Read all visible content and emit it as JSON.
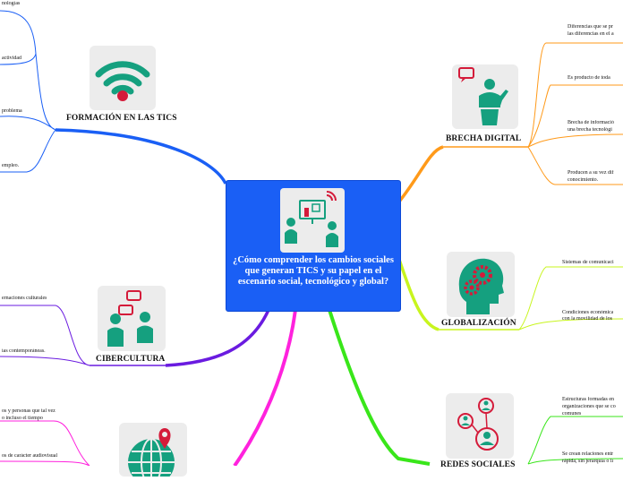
{
  "central": {
    "title": "¿Cómo comprender los cambios sociales que generan TICS y su papel en el escenario social, tecnológico y global?",
    "icon": "presentation-people-icon"
  },
  "branches": {
    "formacion": {
      "label": "FORMACIÓN EN LAS TICS",
      "icon": "wifi-icon",
      "color": "#1a5ff5",
      "leaves": [
        "nologías",
        "actividad",
        "problema",
        "empleo."
      ]
    },
    "cibercultura": {
      "label": "CIBERCULTURA",
      "icon": "chat-people-icon",
      "color": "#6a1be0",
      "leaves": [
        "ernaciones culturales",
        "ías contemporáneas."
      ]
    },
    "globe": {
      "icon": "globe-pin-icon",
      "color": "#ff22dd",
      "leaves": [
        "os y personas que tal vez",
        "o incluso el tiempo",
        "os de carácter audiovisual"
      ]
    },
    "brecha": {
      "label": "BRECHA DIGITAL",
      "icon": "speaker-podium-icon",
      "color": "#ff9a1a",
      "leaves": [
        "Diferencias que se pr",
        "las diferencias en el a",
        "Es producto de toda",
        "Brecha de informació",
        "una brecha tecnológi",
        "Producen a su vez dif",
        "conocimiento."
      ]
    },
    "globalizacion": {
      "label": "GLOBALIZACIÓN",
      "icon": "head-gears-icon",
      "color": "#c8f51e",
      "leaves": [
        "Sistemas de comunicaci",
        "Condiciones económica",
        "con la movilidad de los"
      ]
    },
    "redes": {
      "label": "REDES SOCIALES",
      "icon": "network-people-icon",
      "color": "#39e61a",
      "leaves": [
        "Estructuras formadas en",
        "organizaciones que se co",
        "comunes",
        "Se crean relaciones entr",
        "rápida, sin jerarquía o lí"
      ]
    }
  }
}
